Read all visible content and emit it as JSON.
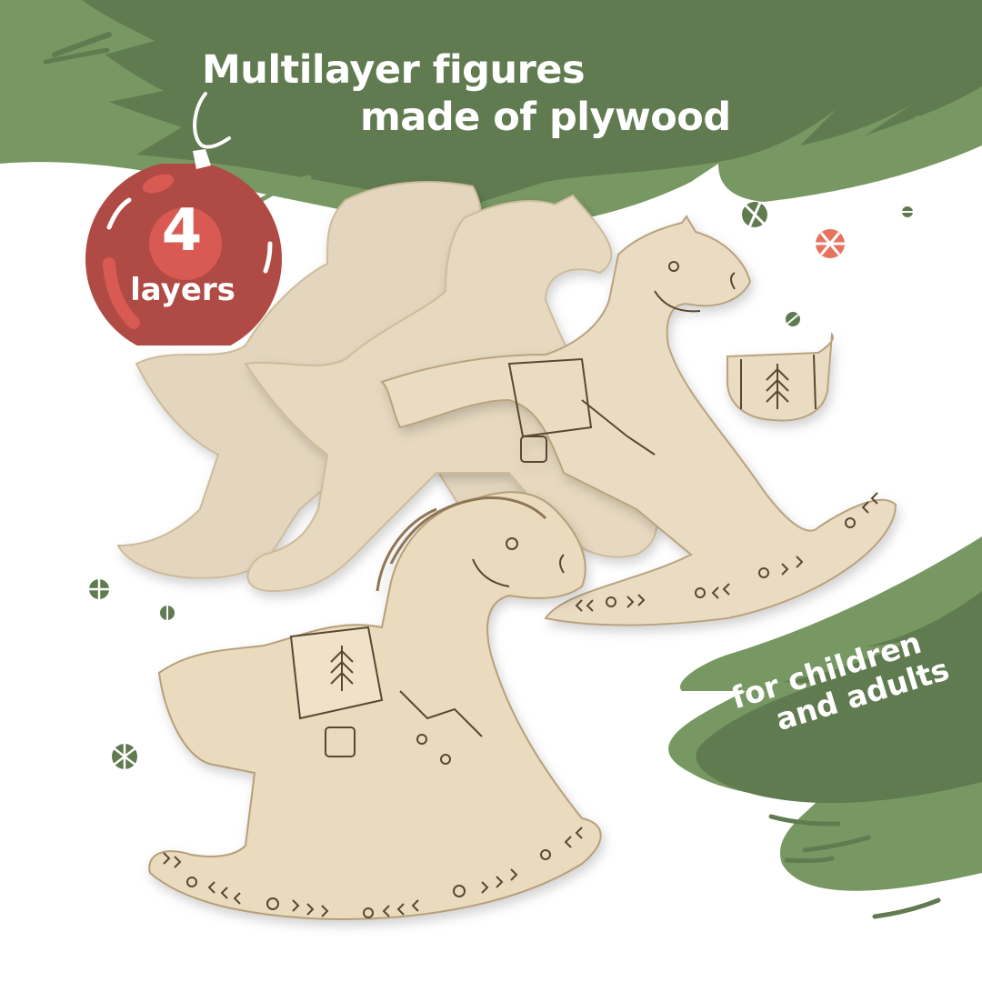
{
  "headline": {
    "line1": "Multilayer figures",
    "line2": "made of plywood"
  },
  "badge": {
    "number": "4",
    "label": "layers",
    "icon": "christmas-ornament-icon"
  },
  "tagline": {
    "line1": "for children",
    "line2": "and adults"
  },
  "products": [
    {
      "name": "rocking-horse-blank-layer",
      "engraved": false
    },
    {
      "name": "rocking-horse-blank-layer-2",
      "engraved": false
    },
    {
      "name": "rocking-horse-engraved-large",
      "engraved": true
    },
    {
      "name": "rocking-horse-assembled-multilayer",
      "engraved": true
    },
    {
      "name": "saddle-piece",
      "engraved": true
    }
  ],
  "decorations": [
    "snowflake-dot-icon",
    "ornament-dot-icon"
  ],
  "colors": {
    "dark_green": "#617B51",
    "light_green": "#789863",
    "ornament_red": "#B04A44",
    "ornament_highlight": "#D85A52",
    "accent_coral": "#E5735F",
    "wood": "#E8D9BF",
    "wood_shadow": "#CDBB9B",
    "engraving": "#5A4632",
    "background": "#FFFFFF",
    "text": "#FFFFFF"
  }
}
